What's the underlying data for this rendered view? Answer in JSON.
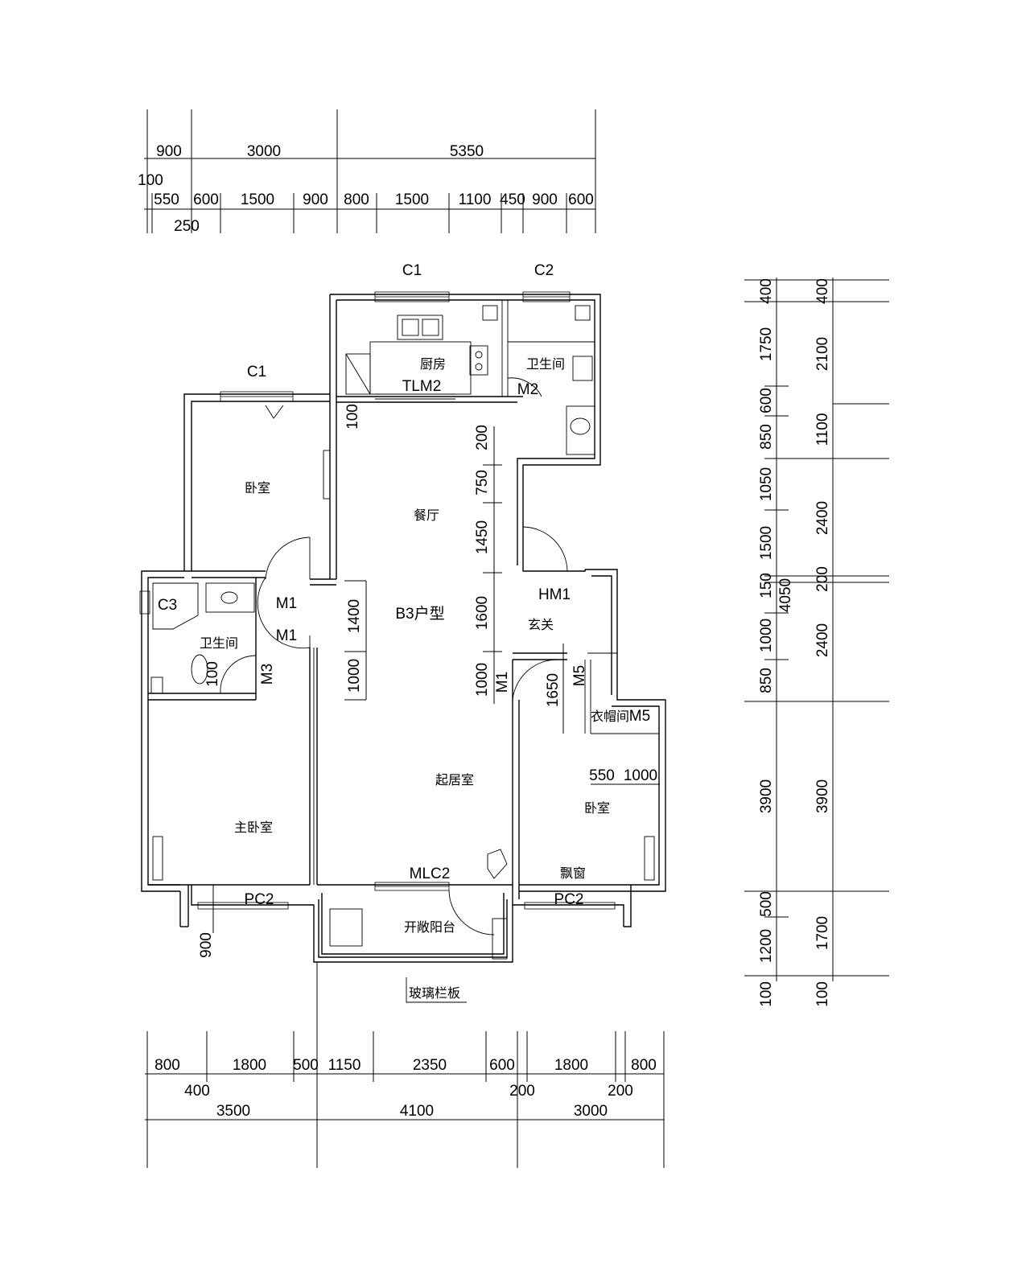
{
  "top_dims": {
    "row1": [
      "900",
      "3000",
      "5350"
    ],
    "row2": [
      "550",
      "600",
      "1500",
      "900",
      "800",
      "1500",
      "1100",
      "450",
      "900",
      "600"
    ],
    "left_100": "100",
    "bottom_250": "250"
  },
  "bottom_dims": {
    "row1": [
      "800",
      "1800",
      "500",
      "1150",
      "2350",
      "600",
      "1800",
      "800"
    ],
    "row2": [
      "400",
      "200",
      "200"
    ],
    "row3": [
      "3500",
      "4100",
      "3000"
    ]
  },
  "right_dims": {
    "col1": [
      "400",
      "1750",
      "600",
      "850",
      "1050",
      "1500",
      "150",
      "1000",
      "850",
      "3900",
      "500",
      "1200",
      "100"
    ],
    "col1_extra": "4050",
    "col2": [
      "400",
      "2100",
      "1100",
      "2400",
      "200",
      "2400",
      "3900",
      "1700",
      "100"
    ]
  },
  "inner_dims": [
    "200",
    "750",
    "1450",
    "1600",
    "1000",
    "1650",
    "550",
    "1000",
    "1400",
    "1000",
    "100",
    "900"
  ],
  "labels": {
    "c1_top": "C1",
    "c2_top": "C2",
    "c1_left": "C1",
    "c3": "C3",
    "tlm2": "TLM2",
    "m2": "M2",
    "m1_a": "M1",
    "m1_b": "M1",
    "m3": "M3",
    "m1_right": "M1",
    "m5_a": "M5",
    "m5_b": "M5",
    "hm1": "HM1",
    "unit_type": "B3户型",
    "mlc2": "MLC2",
    "pc2_left": "PC2",
    "pc2_right": "PC2",
    "d100_vert": "100"
  },
  "rooms": {
    "kitchen": "厨房",
    "bath_top": "卫生间",
    "bedroom_top": "卧室",
    "dining": "餐厅",
    "bath_left": "卫生间",
    "entrance": "玄关",
    "cloakroom": "衣帽间",
    "living": "起居室",
    "master": "主卧室",
    "bedroom_right": "卧室",
    "bay_window": "飘窗",
    "balcony": "开敞阳台",
    "glass_rail": "玻璃栏板"
  }
}
